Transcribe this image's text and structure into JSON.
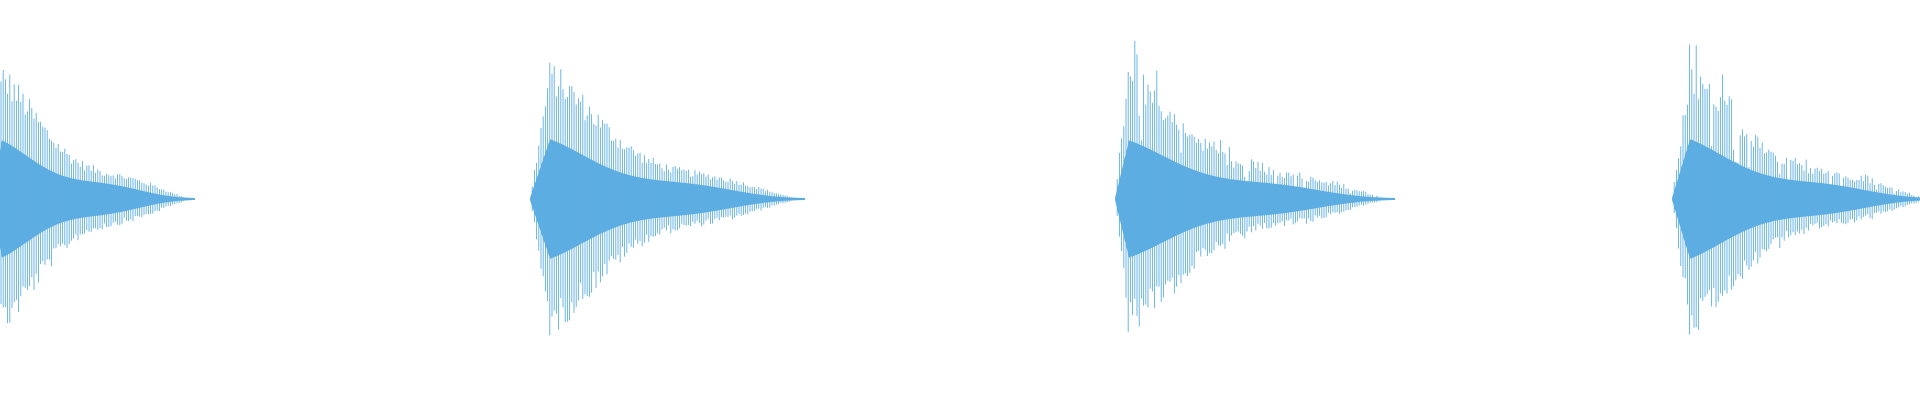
{
  "waveform": {
    "color": "#5DADE2",
    "background": "#FFFFFF",
    "bursts": [
      {
        "peak": 0.98,
        "decay": "exponential",
        "variation": "smooth"
      },
      {
        "peak": 1.0,
        "decay": "exponential",
        "variation": "smooth"
      },
      {
        "peak": 0.98,
        "decay": "exponential",
        "variation": "spiky"
      },
      {
        "peak": 1.0,
        "decay": "exponential",
        "variation": "spiky",
        "clipped_right": true
      }
    ]
  }
}
